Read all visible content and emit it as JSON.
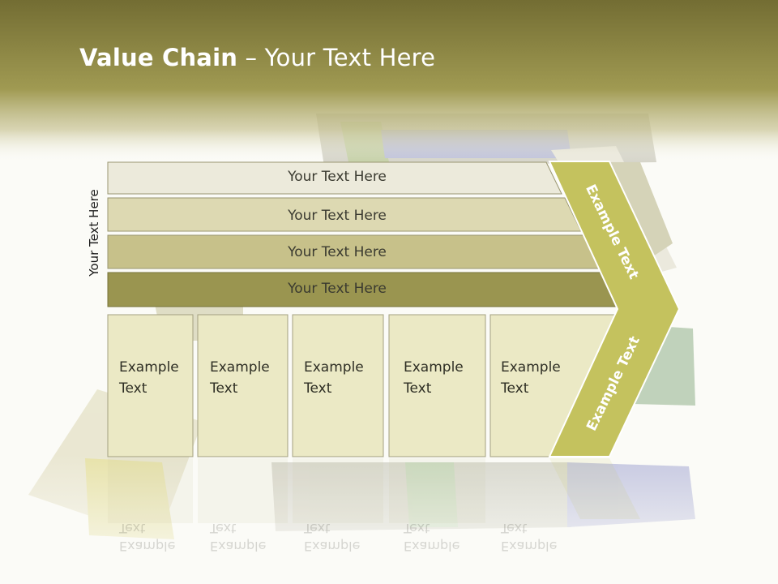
{
  "title": {
    "bold": "Value Chain",
    "rest": " – Your Text Here"
  },
  "side_label": "Your Text Here",
  "rows": [
    {
      "label": "Your Text Here",
      "color": "#eceadb"
    },
    {
      "label": "Your Text Here",
      "color": "#ddd9b2"
    },
    {
      "label": "Your Text Here",
      "color": "#c7c18a"
    },
    {
      "label": "Your Text Here",
      "color": "#9a9550"
    }
  ],
  "columns": [
    {
      "line1": "Example",
      "line2": "Text"
    },
    {
      "line1": "Example",
      "line2": "Text"
    },
    {
      "line1": "Example",
      "line2": "Text"
    },
    {
      "line1": "Example",
      "line2": "Text"
    },
    {
      "line1": "Example",
      "line2": "Text"
    }
  ],
  "arrow": {
    "upper": "Example Text",
    "lower": "Example Text",
    "color": "#c4c25e"
  },
  "colors": {
    "header": "#8c8440",
    "cell": "#ebe9c5"
  }
}
